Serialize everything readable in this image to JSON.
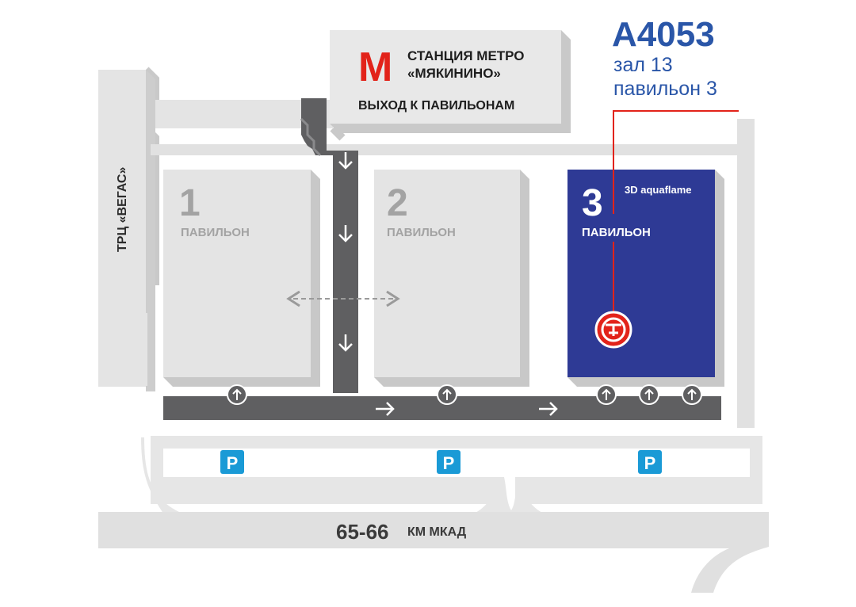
{
  "booth": {
    "code": "A4053",
    "hall": "зал 13",
    "pavilion": "павильон 3",
    "color": "#2a56a8"
  },
  "metro": {
    "logo": "М",
    "line1": "СТАНЦИЯ МЕТРО",
    "line2": "«МЯКИНИНО»",
    "exit": "ВЫХОД К ПАВИЛЬОНАМ",
    "logo_color": "#e2231a"
  },
  "mall_label": "ТРЦ «ВЕГАС»",
  "pavilions": [
    {
      "number": "1",
      "label": "ПАВИЛЬОН"
    },
    {
      "number": "2",
      "label": "ПАВИЛЬОН"
    },
    {
      "number": "3",
      "label": "ПАВИЛЬОН",
      "brand": "3D aquaflame",
      "color": "#2e3a95"
    }
  ],
  "highway": {
    "km": "65-66",
    "name": "КМ МКАД"
  },
  "parking": {
    "symbol": "P",
    "color": "#1a9ad6"
  },
  "icons": {
    "entrance": "arrow-up-circle-icon",
    "walk": "arrow-icon",
    "booth_marker": "exhibitor-logo-icon",
    "transfer": "double-arrow-icon"
  },
  "colors": {
    "building": "#e6e6e6",
    "building_side": "#c8c8c8",
    "road": "#dcdcdc",
    "walkway": "#5f5f61",
    "text_gray": "#9a9a9a",
    "marker": "#e2231a"
  }
}
